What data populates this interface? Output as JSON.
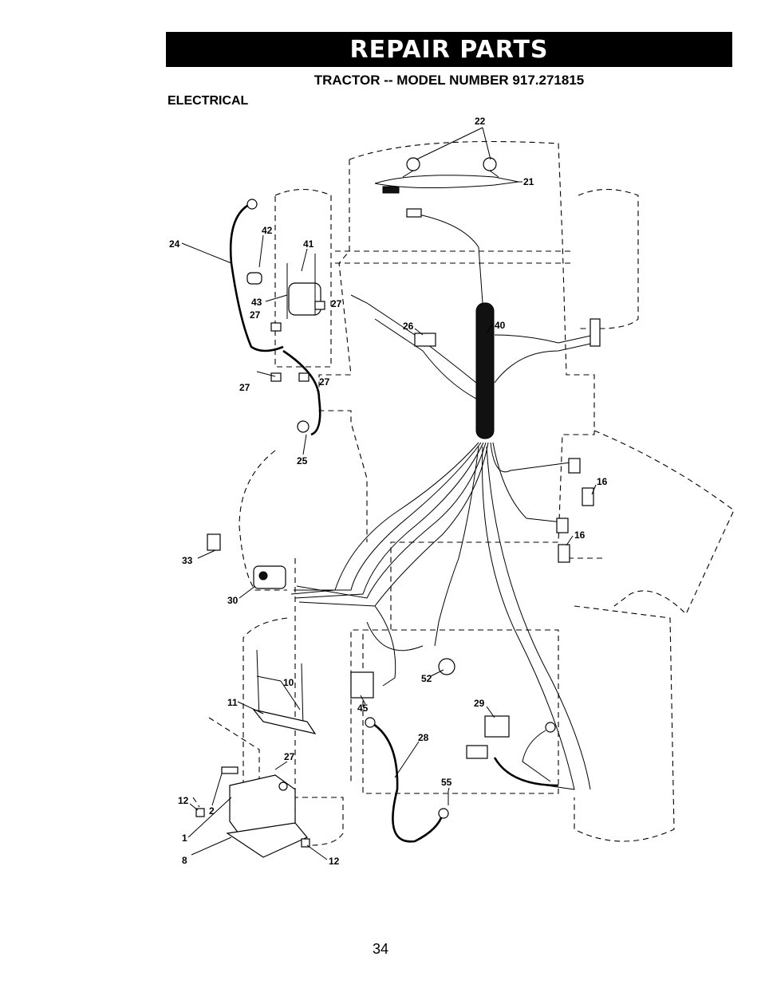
{
  "header": {
    "banner": "REPAIR PARTS",
    "subtitle": "TRACTOR -- MODEL NUMBER 917.271815",
    "section": "ELECTRICAL"
  },
  "page_number": "34",
  "callouts": {
    "c22": "22",
    "c21": "21",
    "c24": "24",
    "c42": "42",
    "c41": "41",
    "c43": "43",
    "c27a": "27",
    "c27b": "27",
    "c27c": "27",
    "c27d": "27",
    "c27e": "27",
    "c26": "26",
    "c40": "40",
    "c25": "25",
    "c16a": "16",
    "c16b": "16",
    "c33": "33",
    "c30": "30",
    "c10": "10",
    "c11": "11",
    "c52": "52",
    "c45": "45",
    "c29": "29",
    "c28": "28",
    "c55": "55",
    "c12a": "12",
    "c2": "2",
    "c1": "1",
    "c8": "8",
    "c12b": "12"
  }
}
